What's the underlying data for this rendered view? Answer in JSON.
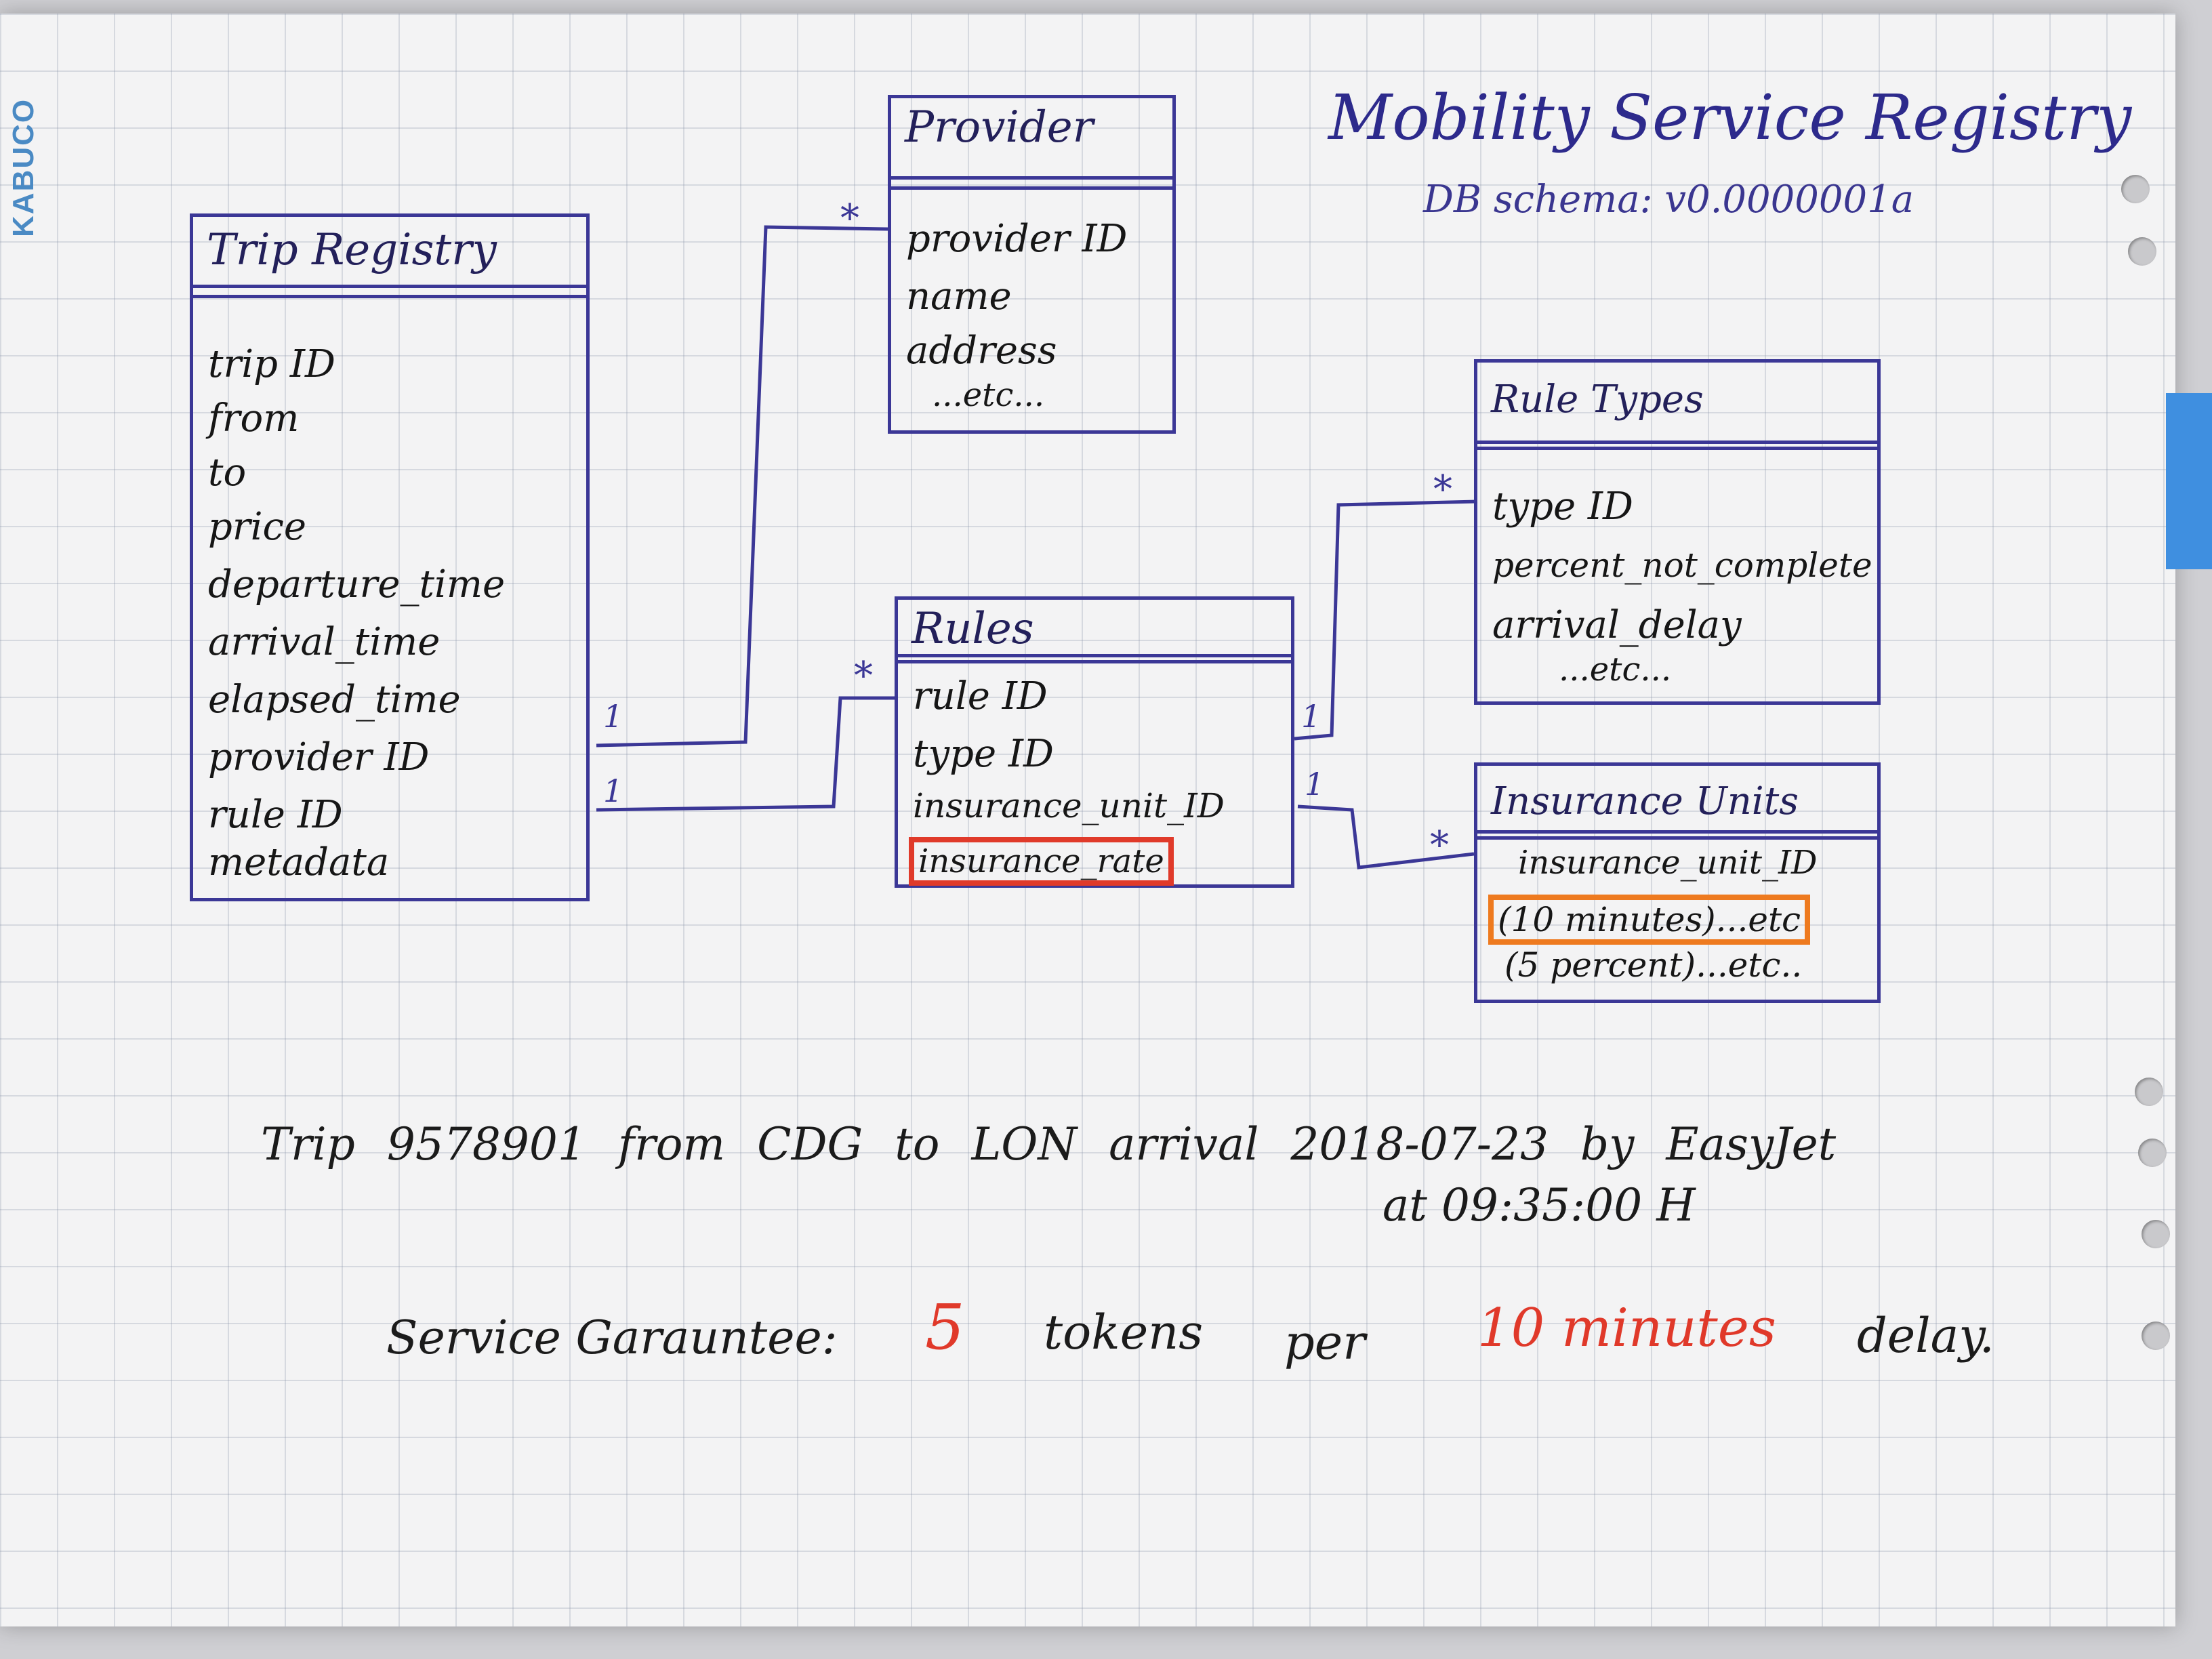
{
  "brand": "KABUCO",
  "title": "Mobility Service Registry",
  "subtitle": "DB schema: v0.0000001a",
  "tables": {
    "provider": {
      "name": "Provider",
      "fields": [
        "provider ID",
        "name",
        "address",
        "...etc..."
      ]
    },
    "trip_registry": {
      "name": "Trip Registry",
      "fields": [
        "trip ID",
        "from",
        "to",
        "price",
        "departure_time",
        "arrival_time",
        "elapsed_time",
        "provider ID",
        "rule ID",
        "metadata"
      ]
    },
    "rules": {
      "name": "Rules",
      "fields": [
        "rule ID",
        "type ID",
        "insurance_unit_ID",
        "insurance_rate"
      ]
    },
    "rule_types": {
      "name": "Rule Types",
      "fields": [
        "type ID",
        "percent_not_complete",
        "arrival_delay",
        "...etc..."
      ]
    },
    "insurance_units": {
      "name": "Insurance Units",
      "fields": [
        "insurance_unit_ID",
        "(10 minutes)...etc",
        "(5 percent)...etc.."
      ]
    }
  },
  "cardinality": {
    "one": "1",
    "many": "*"
  },
  "example": {
    "line1": "Trip 9578901 from CDG to LON arrival 2018-07-23 by EasyJet",
    "line2": "at 09:35:00 H",
    "label": "Service Garauntee:",
    "tokens": "5",
    "tokens_word": "tokens",
    "per": "per",
    "delay_amount": "10 minutes",
    "delay_word": "delay."
  },
  "colors": {
    "ink_blue": "#3b3796",
    "ink_black": "#161616",
    "highlight_red": "#e03a2a",
    "highlight_orange": "#ee7a1f",
    "tab_blue": "#3f8fe0"
  }
}
